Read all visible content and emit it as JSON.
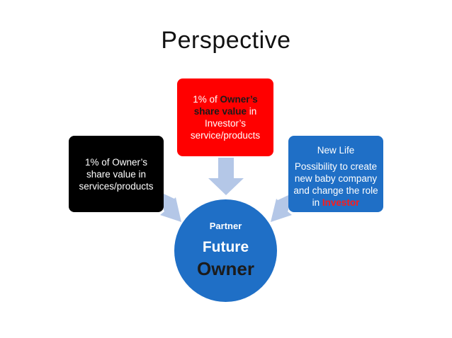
{
  "slide": {
    "title": "Perspective"
  },
  "left_box": {
    "text": "1% of Owner’s share value in services/products"
  },
  "top_box": {
    "line1_a": "1% of ",
    "line1_b": "Owner’s",
    "line2_a": "share value",
    "line2_b": " in",
    "line3": "Investor’s",
    "line4": "service/products"
  },
  "right_box": {
    "heading": "New Life",
    "body_a": "Possibility to create new baby company and change the role in ",
    "body_b": "Investor"
  },
  "center_circle": {
    "label": "Partner",
    "line1": "Future",
    "line2": "Owner"
  },
  "colors": {
    "black_box": "#000000",
    "red_box": "#ff0000",
    "blue": "#1f6fc6",
    "arrow": "#b4c7e7"
  }
}
